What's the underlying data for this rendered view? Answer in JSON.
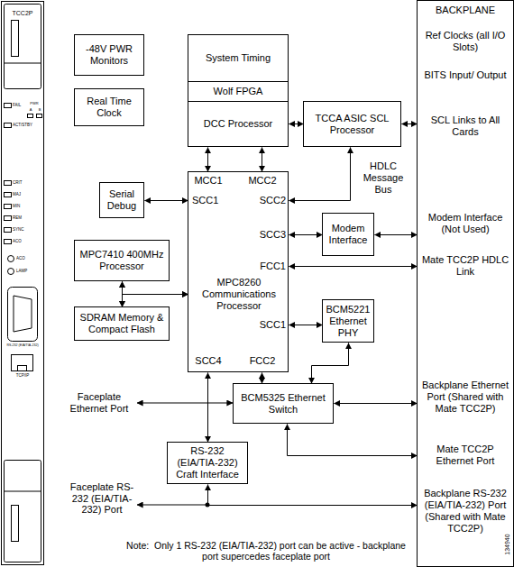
{
  "diagram": {
    "nodes": [
      {
        "text": [
          "-48V PWR Monitors"
        ]
      },
      {
        "text": [
          "Real Time Clock"
        ]
      },
      {
        "text": [
          "System Timing"
        ]
      },
      {
        "text": [
          "Wolf FPGA"
        ]
      },
      {
        "text": [
          "DCC Processor"
        ]
      },
      {
        "text": [
          "TCCA ASIC SCL Processor"
        ]
      },
      {
        "text": [
          "BACKPLANE",
          "Ref Clocks (all I/O Slots)",
          "BITS Input/ Output",
          "SCL Links to All Cards",
          "Modem Interface (Not Used)",
          "Mate TCC2P HDLC Link",
          "Backplane Ethernet Port (Shared with Mate TCC2P)",
          "Mate TCC2P Ethernet Port",
          "Backplane RS-232 (EIA/TIA-232) Port (Shared with Mate TCC2P)"
        ]
      },
      {
        "text": [
          "Serial Debug"
        ]
      },
      {
        "text": [
          "MPC7410 400MHz Processor"
        ]
      },
      {
        "text": [
          "SDRAM Memory & Compact Flash"
        ]
      },
      {
        "text": [
          "MPC8260 Communications Processor",
          "MCC1",
          "MCC2",
          "SCC1",
          "SCC2",
          "SCC3",
          "FCC1",
          "SCC1",
          "SCC4",
          "FCC2"
        ]
      },
      {
        "text": [
          "Modem Interface"
        ]
      },
      {
        "text": [
          "BCM5221 Ethernet PHY"
        ]
      },
      {
        "text": [
          "BCM5325 Ethernet Switch"
        ]
      },
      {
        "text": [
          "RS-232 (EIA/TIA-232) Craft Interface"
        ]
      }
    ],
    "edges": [
      {
        "from": 4,
        "to": 5,
        "arrow": "both"
      },
      {
        "from": 5,
        "to": 6,
        "arrow": "both"
      },
      {
        "from": 4,
        "to": 10,
        "arrow": "both"
      },
      {
        "from": 4,
        "to": 10,
        "arrow": "both"
      },
      {
        "from": 5,
        "to": 10,
        "label": "HDLC Message Bus",
        "arrow": "both"
      },
      {
        "from": 7,
        "to": 10,
        "arrow": "both"
      },
      {
        "from": 10,
        "to": 11,
        "arrow": "both"
      },
      {
        "from": 11,
        "to": 6,
        "arrow": "both"
      },
      {
        "from": 10,
        "to": 6,
        "arrow": "both"
      },
      {
        "from": 8,
        "to": 9,
        "arrow": "both"
      },
      {
        "from": 8,
        "to": 10,
        "arrow": "both"
      },
      {
        "from": 9,
        "to": 10,
        "arrow": "both"
      },
      {
        "from": 10,
        "to": 12,
        "arrow": "both"
      },
      {
        "from": 12,
        "to": 13,
        "arrow": "both"
      },
      {
        "from": 10,
        "to": 13,
        "arrow": "both"
      },
      {
        "from": 10,
        "to": 14,
        "arrow": "both"
      },
      {
        "from": 13,
        "to": 6,
        "arrow": "both"
      },
      {
        "from": 13,
        "to": 6,
        "arrow": "both"
      },
      {
        "from": 14,
        "to": 6,
        "arrow": "both"
      }
    ],
    "labels": [
      "TCC2P",
      "FAIL",
      "PWR",
      "A",
      "B",
      "ACT/STBY",
      "CRIT",
      "MAJ",
      "MIN",
      "REM",
      "SYNC",
      "ACO",
      "ACO",
      "LAMP",
      "RS-232 (EIA/TIA-232)",
      "TCP/IP",
      "Faceplate Ethernet Port",
      "Faceplate RS-232 (EIA/TIA-232) Port",
      "Note:  Only 1 RS-232 (EIA/TIA-232) port can be active - backplane port supercedes faceplate port",
      "134940"
    ]
  }
}
